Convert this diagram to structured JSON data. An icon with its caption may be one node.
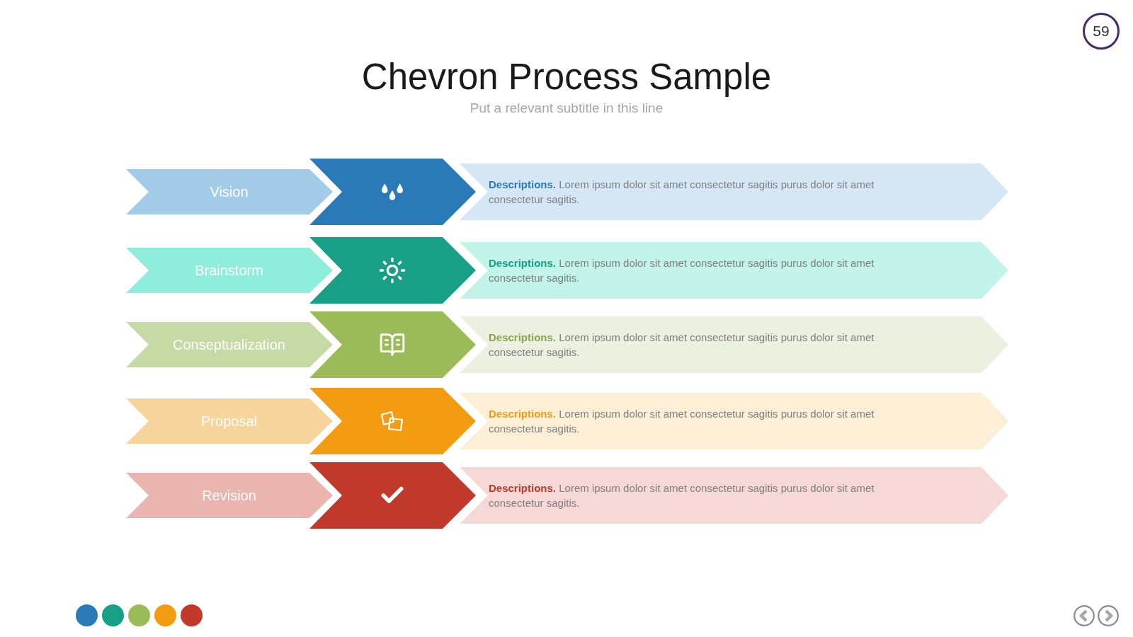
{
  "diagram": {
    "title": "Chevron Process Sample",
    "nodes": [
      {
        "text": [
          "Vision"
        ]
      },
      {
        "text": [],
        "shape": "chevron"
      },
      {
        "text": [
          "**Descriptions.** Lorem ipsum dolor sit amet consectetur sagitis purus dolor sit amet consectetur sagitis."
        ]
      },
      {
        "text": [
          "Brainstorm"
        ]
      },
      {
        "text": [],
        "shape": "chevron"
      },
      {
        "text": [
          "**Descriptions.** Lorem ipsum dolor sit amet consectetur sagitis purus dolor sit amet consectetur sagitis."
        ]
      },
      {
        "text": [
          "Conseptualization"
        ]
      },
      {
        "text": [],
        "shape": "chevron"
      },
      {
        "text": [
          "**Descriptions.** Lorem ipsum dolor sit amet consectetur sagitis purus dolor sit amet consectetur sagitis."
        ]
      },
      {
        "text": [
          "Proposal"
        ]
      },
      {
        "text": [],
        "shape": "chevron"
      },
      {
        "text": [
          "**Descriptions.** Lorem ipsum dolor sit amet consectetur sagitis purus dolor sit amet consectetur sagitis."
        ]
      },
      {
        "text": [
          "Revision"
        ]
      },
      {
        "text": [],
        "shape": "chevron"
      },
      {
        "text": [
          "**Descriptions.** Lorem ipsum dolor sit amet consectetur sagitis purus dolor sit amet consectetur sagitis."
        ]
      }
    ],
    "labels": [
      "59",
      "Put a relevant subtitle in this line"
    ]
  }
}
